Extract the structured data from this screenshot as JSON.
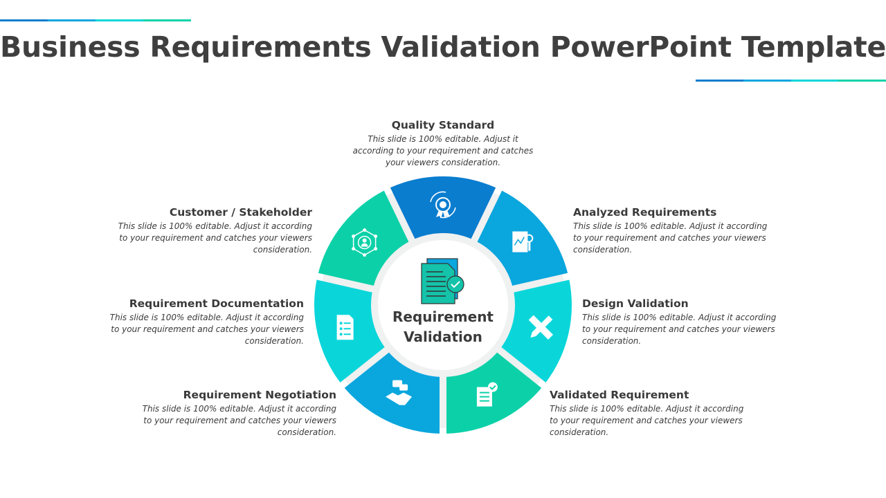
{
  "title": "Business Requirements Validation PowerPoint Template",
  "colors": {
    "blue_dark": "#0a7dcf",
    "blue": "#0aa6de",
    "cyan": "#0ad6da",
    "green": "#0cd1a8",
    "gap": "#f0f1f1"
  },
  "center": {
    "label_line1": "Requirement",
    "label_line2": "Validation",
    "icon": "document-check-icon"
  },
  "items": [
    {
      "title": "Quality Standard",
      "text": "This slide is 100% editable. Adjust it according to your requirement and catches your viewers consideration.",
      "icon": "quality-badge-icon"
    },
    {
      "title": "Analyzed Requirements",
      "text": "This slide is 100% editable. Adjust it according to your requirement and catches your viewers consideration.",
      "icon": "report-analysis-icon"
    },
    {
      "title": "Design Validation",
      "text": "This slide is 100% editable. Adjust it according to your requirement and catches your viewers consideration.",
      "icon": "pencil-ruler-icon"
    },
    {
      "title": "Validated Requirement",
      "text": "This slide is 100% editable. Adjust it according to your requirement and catches your viewers consideration.",
      "icon": "validated-scroll-icon"
    },
    {
      "title": "Requirement Negotiation",
      "text": "This slide is 100% editable. Adjust it according to your requirement and catches your viewers consideration.",
      "icon": "handshake-chat-icon"
    },
    {
      "title": "Requirement Documentation",
      "text": "This slide is 100% editable. Adjust it according to your requirement and catches your viewers consideration.",
      "icon": "checklist-document-icon"
    },
    {
      "title": "Customer / Stakeholder",
      "text": "This slide is 100% editable. Adjust it according to your requirement and catches your viewers consideration.",
      "icon": "stakeholder-network-icon"
    }
  ]
}
